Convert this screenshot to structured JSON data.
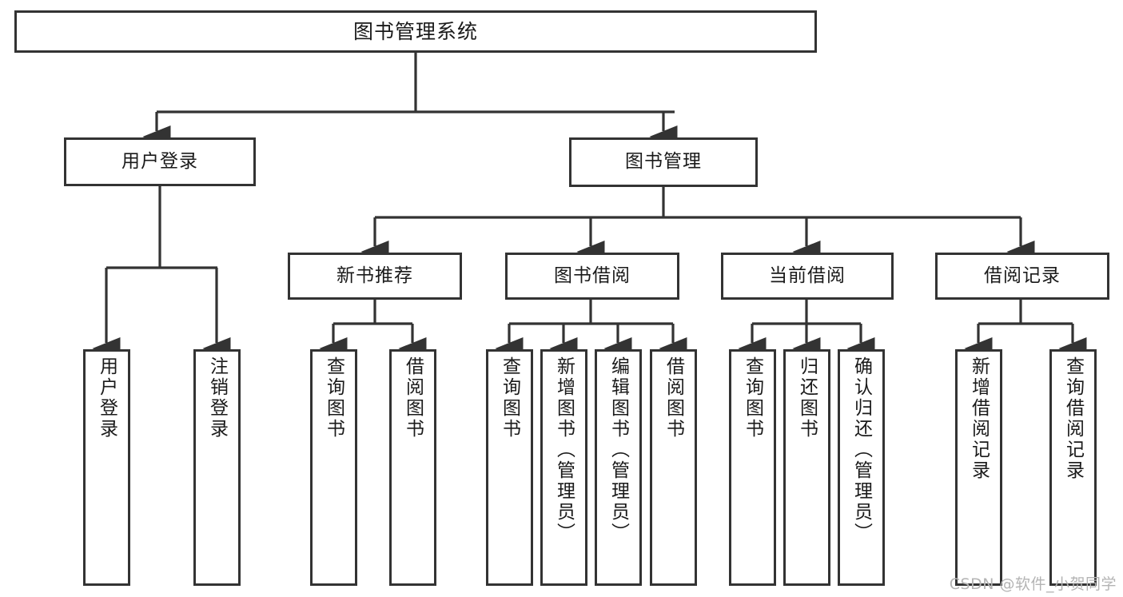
{
  "diagram": {
    "title": "图书管理系统",
    "type": "hierarchy-tree",
    "root": {
      "id": "root",
      "label": "图书管理系统"
    },
    "level2": [
      {
        "id": "user-login",
        "label": "用户登录"
      },
      {
        "id": "book-manage",
        "label": "图书管理"
      }
    ],
    "level3": [
      {
        "id": "new-book-recommend",
        "label": "新书推荐",
        "parent": "book-manage"
      },
      {
        "id": "book-borrow",
        "label": "图书借阅",
        "parent": "book-manage"
      },
      {
        "id": "current-borrow",
        "label": "当前借阅",
        "parent": "book-manage"
      },
      {
        "id": "borrow-record",
        "label": "借阅记录",
        "parent": "book-manage"
      }
    ],
    "leaves": {
      "user-login": [
        {
          "id": "leaf-user-login",
          "label": "用户登录"
        },
        {
          "id": "leaf-user-logout",
          "label": "注销登录"
        }
      ],
      "new-book-recommend": [
        {
          "id": "leaf-query-book-1",
          "label": "查询图书"
        },
        {
          "id": "leaf-borrow-book-1",
          "label": "借阅图书"
        }
      ],
      "book-borrow": [
        {
          "id": "leaf-query-book-2",
          "label": "查询图书"
        },
        {
          "id": "leaf-add-book",
          "label": "新增图书（管理员）"
        },
        {
          "id": "leaf-edit-book",
          "label": "编辑图书（管理员）"
        },
        {
          "id": "leaf-borrow-book-2",
          "label": "借阅图书"
        }
      ],
      "current-borrow": [
        {
          "id": "leaf-query-book-3",
          "label": "查询图书"
        },
        {
          "id": "leaf-return-book",
          "label": "归还图书"
        },
        {
          "id": "leaf-confirm-return",
          "label": "确认归还（管理员）"
        }
      ],
      "borrow-record": [
        {
          "id": "leaf-add-record",
          "label": "新增借阅记录"
        },
        {
          "id": "leaf-query-record",
          "label": "查询借阅记录"
        }
      ]
    },
    "colors": {
      "stroke": "#333333",
      "fill": "#ffffff",
      "text": "#1a1a1a",
      "watermark": "#b4b4b4"
    }
  },
  "watermark": {
    "text": "CSDN @软件_小贺同学"
  }
}
